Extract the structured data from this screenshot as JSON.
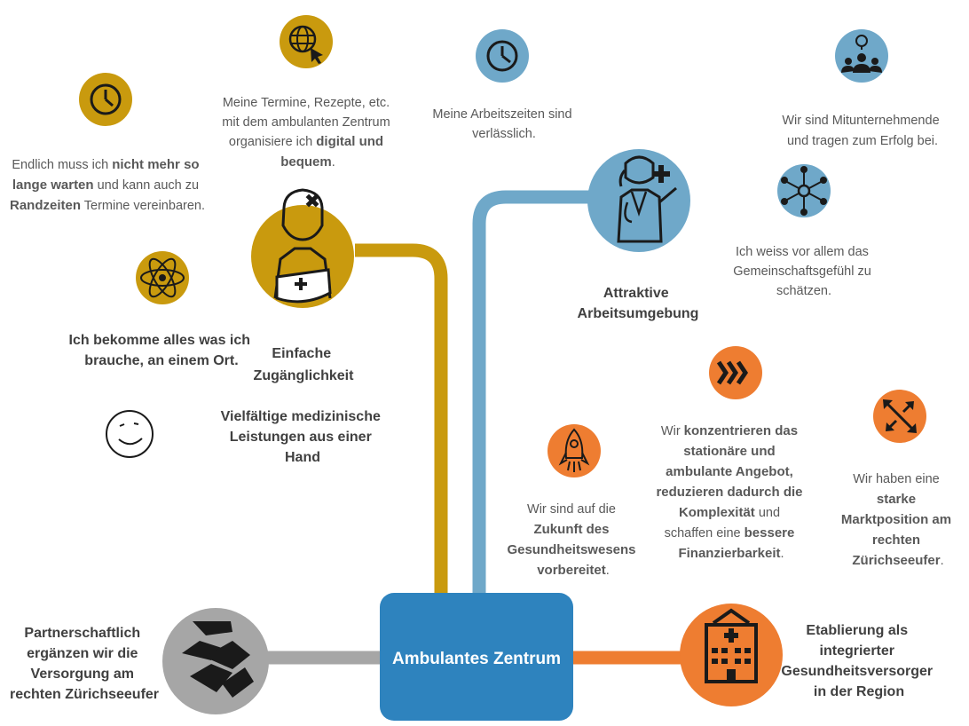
{
  "center": {
    "label": "Ambulantes Zentrum"
  },
  "branches": {
    "yellow": {
      "label": [
        "Einfache",
        "Zugänglichkeit"
      ],
      "sublabel": [
        "Vielfältige medizinische",
        "Leistungen aus einer",
        "Hand"
      ],
      "color": "#C99A0E"
    },
    "blue": {
      "label": [
        "Attraktive",
        "Arbeitsumgebung"
      ],
      "color": "#6FA8C9"
    },
    "orange": {
      "label": [
        "Etablierung als",
        "integrierter",
        "Gesundheitsversorger",
        "in der Region"
      ],
      "color": "#EE7D31"
    },
    "gray": {
      "label": [
        "Partnerschaftlich",
        "ergänzen wir die",
        "Versorgung am",
        "rechten Zürichseeufer"
      ],
      "color": "#A6A6A6"
    }
  },
  "captions": {
    "digital": [
      "Meine Termine, Rezepte, etc.",
      "mit dem ambulanten Zentrum",
      "organisiere ich digital und",
      "bequem."
    ],
    "waiting": [
      "Endlich muss ich nicht mehr so",
      "lange warten und kann auch zu",
      "Randzeiten Termine vereinbaren."
    ],
    "one_place": [
      "Ich bekomme alles was ich",
      "brauche, an einem Ort."
    ],
    "hours": [
      "Meine Arbeitszeiten sind",
      "verlässlich."
    ],
    "co_entrepreneurs": [
      "Wir sind Mitunternehmende",
      "und tragen zum Erfolg bei."
    ],
    "community": [
      "Ich weiss vor allem das",
      "Gemeinschaftsgefühl zu",
      "schätzen."
    ],
    "future": [
      "Wir sind auf die",
      "Zukunft des",
      "Gesundheitswesens",
      "vorbereitet."
    ],
    "concentrate": [
      "Wir konzentrieren das",
      "stationäre und",
      "ambulante Angebot,",
      "reduzieren dadurch die",
      "Komplexität und",
      "schaffen eine bessere",
      "Finanzierbarkeit."
    ],
    "market": [
      "Wir haben eine",
      "starke",
      "Marktposition am",
      "rechten",
      "Zürichseeufer."
    ]
  },
  "icons": [
    "globe-cursor-icon",
    "clock-icon",
    "atom-icon",
    "patient-icon",
    "smiley-icon",
    "doctor-icon",
    "team-idea-icon",
    "network-icon",
    "rocket-icon",
    "chevrons-icon",
    "arrows-icon",
    "hospital-icon",
    "handshake-icon"
  ],
  "colors": {
    "center": "#2E83BE",
    "text": "#595959",
    "bold_text": "#404040",
    "dark_icon": "#262626"
  }
}
